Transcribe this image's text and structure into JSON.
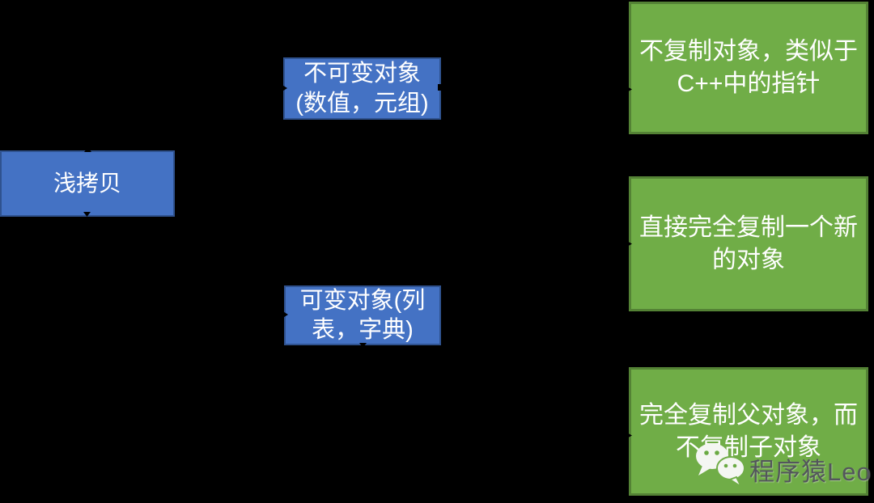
{
  "diagram": {
    "title_hint": "shallow-copy concept map",
    "background_color": "#000000",
    "colors": {
      "blue_fill": "#4472C4",
      "blue_border": "#2F528F",
      "green_fill": "#70AD47",
      "green_border": "#548235",
      "node_text": "#FFFFFF",
      "connector": "#000000"
    },
    "root": {
      "label": "浅拷贝"
    },
    "branches": [
      {
        "label": "不可变对象\n(数值，元组)"
      },
      {
        "label": "可变对象(列\n表，字典)"
      }
    ],
    "leaves": [
      {
        "label": "不复制对象，类似于\nC++中的指针"
      },
      {
        "label": "直接完全复制一个新\n的对象"
      },
      {
        "label": "完全复制父对象，而\n不复制子对象"
      }
    ]
  },
  "watermark": {
    "icon": "wechat-icon",
    "label": "程序猿Leo",
    "text_color": "#53565c"
  }
}
